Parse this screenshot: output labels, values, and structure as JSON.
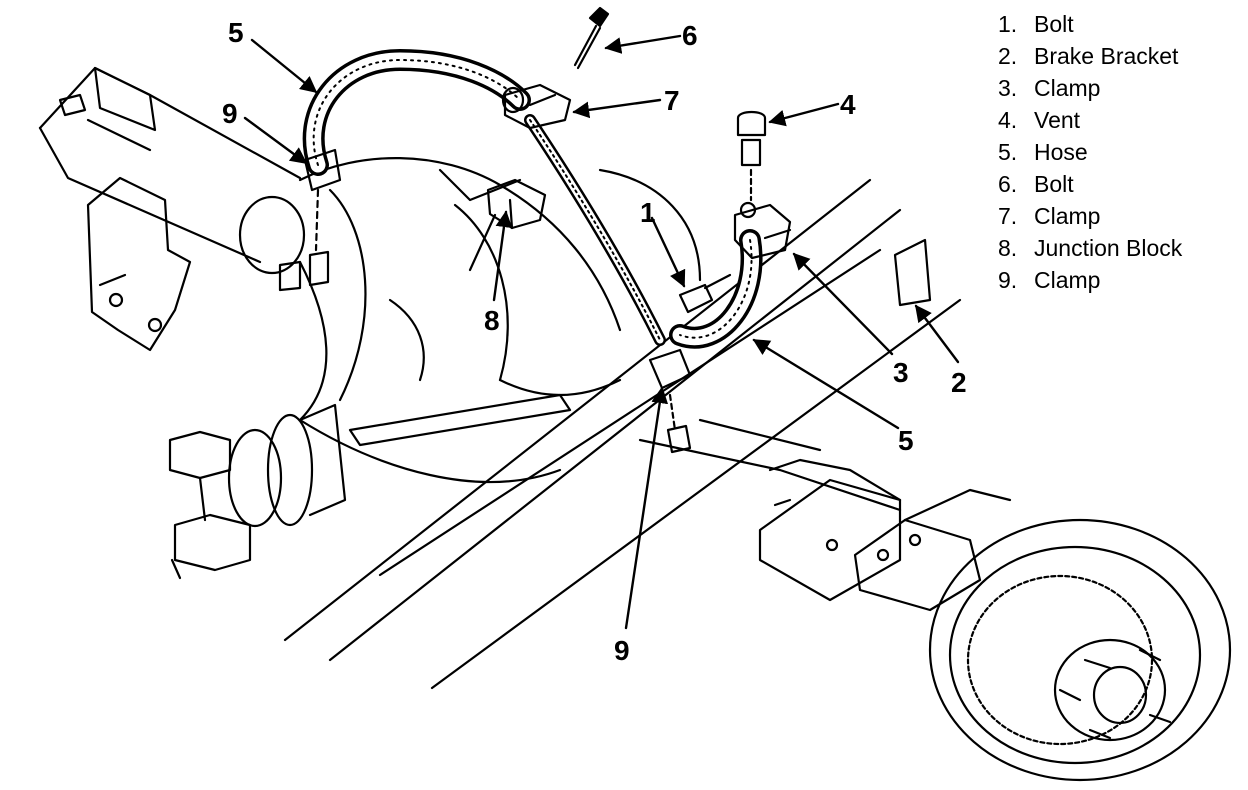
{
  "legend": [
    {
      "num": "1.",
      "label": "Bolt"
    },
    {
      "num": "2.",
      "label": "Brake Bracket"
    },
    {
      "num": "3.",
      "label": "Clamp"
    },
    {
      "num": "4.",
      "label": "Vent"
    },
    {
      "num": "5.",
      "label": "Hose"
    },
    {
      "num": "6.",
      "label": "Bolt"
    },
    {
      "num": "7.",
      "label": "Clamp"
    },
    {
      "num": "8.",
      "label": "Junction Block"
    },
    {
      "num": "9.",
      "label": "Clamp"
    }
  ],
  "callouts": {
    "hose_top": "5",
    "bolt_top": "6",
    "clamp_top": "7",
    "vent": "4",
    "clamp_left": "9",
    "bolt_mid": "1",
    "junction_block": "8",
    "clamp_right": "3",
    "brake_bracket": "2",
    "hose_right": "5",
    "clamp_bottom": "9"
  }
}
